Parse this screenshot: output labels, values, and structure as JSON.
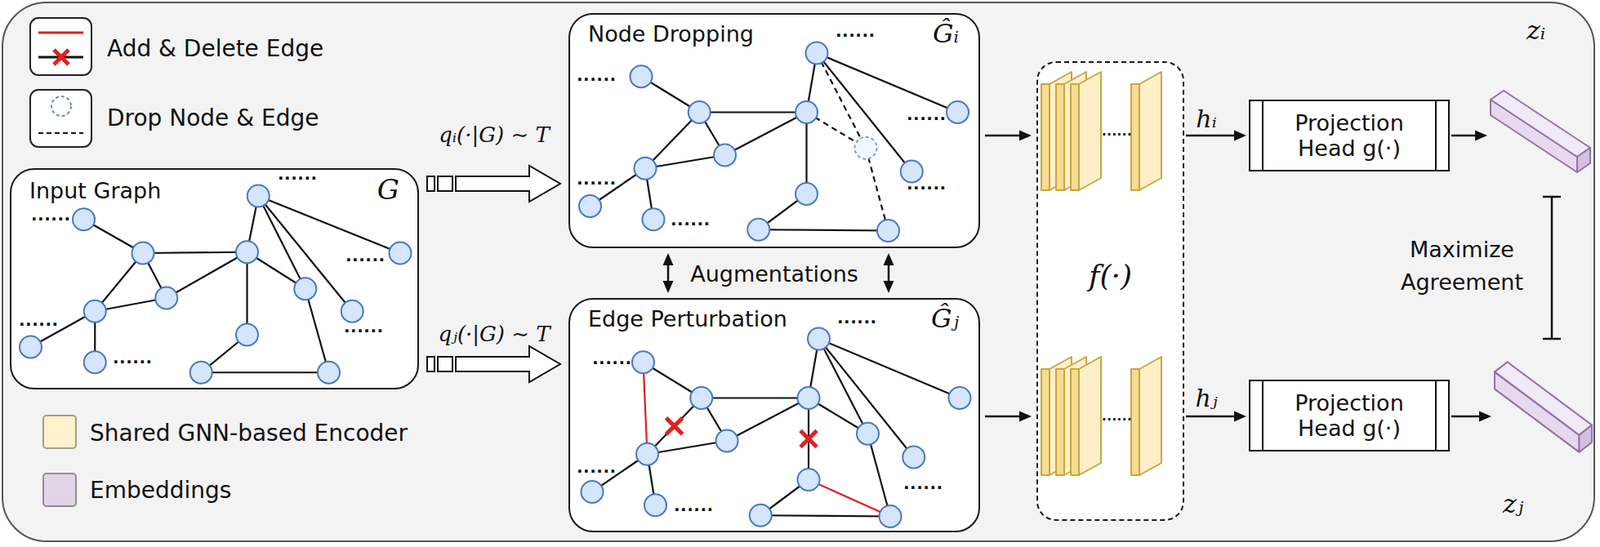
{
  "diagram": {
    "nodes": [
      {
        "text": [
          "Input Graph",
          "G"
        ]
      },
      {
        "text": [
          "Node Dropping",
          "Ĝᵢ"
        ]
      },
      {
        "text": [
          "Edge Perturbation",
          "Ĝⱼ"
        ]
      },
      {
        "text": [
          "f(·)"
        ]
      },
      {
        "text": [
          "Projection Head g(·)"
        ]
      },
      {
        "text": [
          "Projection Head g(·)"
        ]
      },
      {
        "text": [
          "zᵢ"
        ]
      },
      {
        "text": [
          "zⱼ"
        ]
      }
    ],
    "edges": [
      {
        "from": 0,
        "to": 1,
        "arrow": "to",
        "label": "qᵢ(·|G) ∼ T"
      },
      {
        "from": 0,
        "to": 2,
        "arrow": "to",
        "label": "qⱼ(·|G) ∼ T"
      },
      {
        "from": 1,
        "to": 2,
        "arrow": "both",
        "label": "Augmentations"
      },
      {
        "from": 1,
        "to": 3,
        "arrow": "to"
      },
      {
        "from": 2,
        "to": 3,
        "arrow": "to"
      },
      {
        "from": 3,
        "to": 4,
        "arrow": "to",
        "label": "hᵢ"
      },
      {
        "from": 3,
        "to": 5,
        "arrow": "to",
        "label": "hⱼ"
      },
      {
        "from": 4,
        "to": 6,
        "arrow": "to"
      },
      {
        "from": 5,
        "to": 7,
        "arrow": "to"
      },
      {
        "from": 6,
        "to": 7,
        "arrow": "none",
        "label": "Maximize Agreement"
      }
    ],
    "labels": [
      "......",
      "......",
      "......",
      "......",
      "......",
      "......",
      "......",
      "......",
      "......",
      "......",
      "......",
      "......",
      "......",
      "......",
      "......",
      "......",
      "......",
      "......",
      "......"
    ],
    "legend": [
      {
        "text": "Add & Delete Edge"
      },
      {
        "text": "Drop Node & Edge"
      },
      {
        "text": "Shared GNN-based Encoder",
        "color": "#fff2cc"
      },
      {
        "text": "Embeddings",
        "color": "#e1d5e7"
      }
    ]
  }
}
